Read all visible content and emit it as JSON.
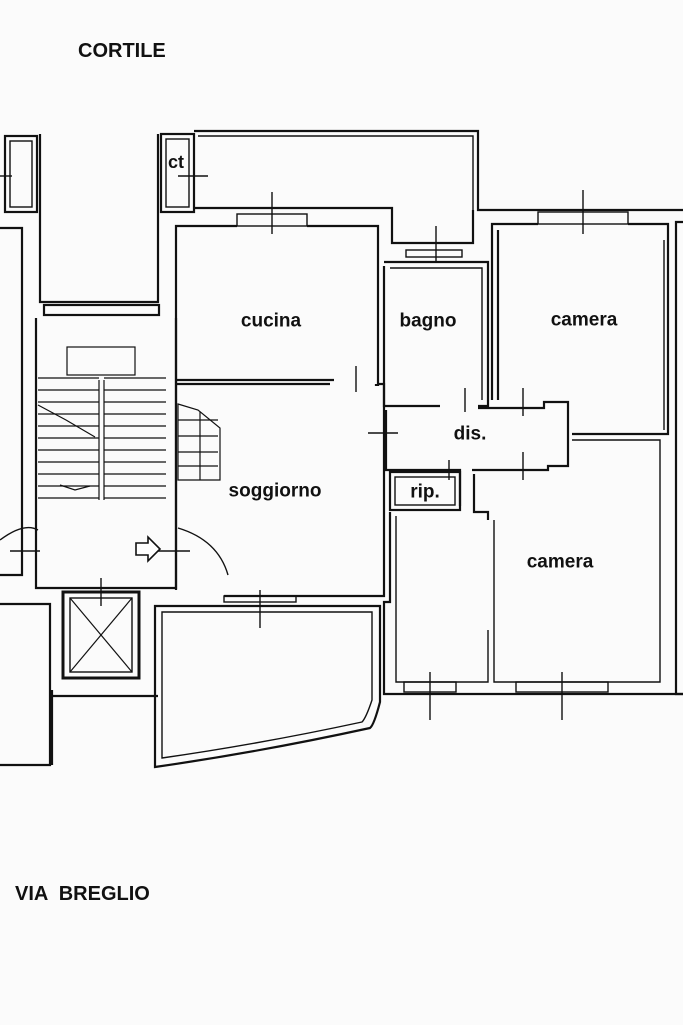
{
  "plan": {
    "top_area_label": "CORTILE",
    "street_label": "VIA  BREGLIO",
    "rooms": {
      "ct": "ct",
      "cucina": "cucina",
      "bagno": "bagno",
      "camera_top": "camera",
      "dis": "dis.",
      "soggiorno": "soggiorno",
      "rip": "rip.",
      "camera_bottom": "camera"
    }
  }
}
